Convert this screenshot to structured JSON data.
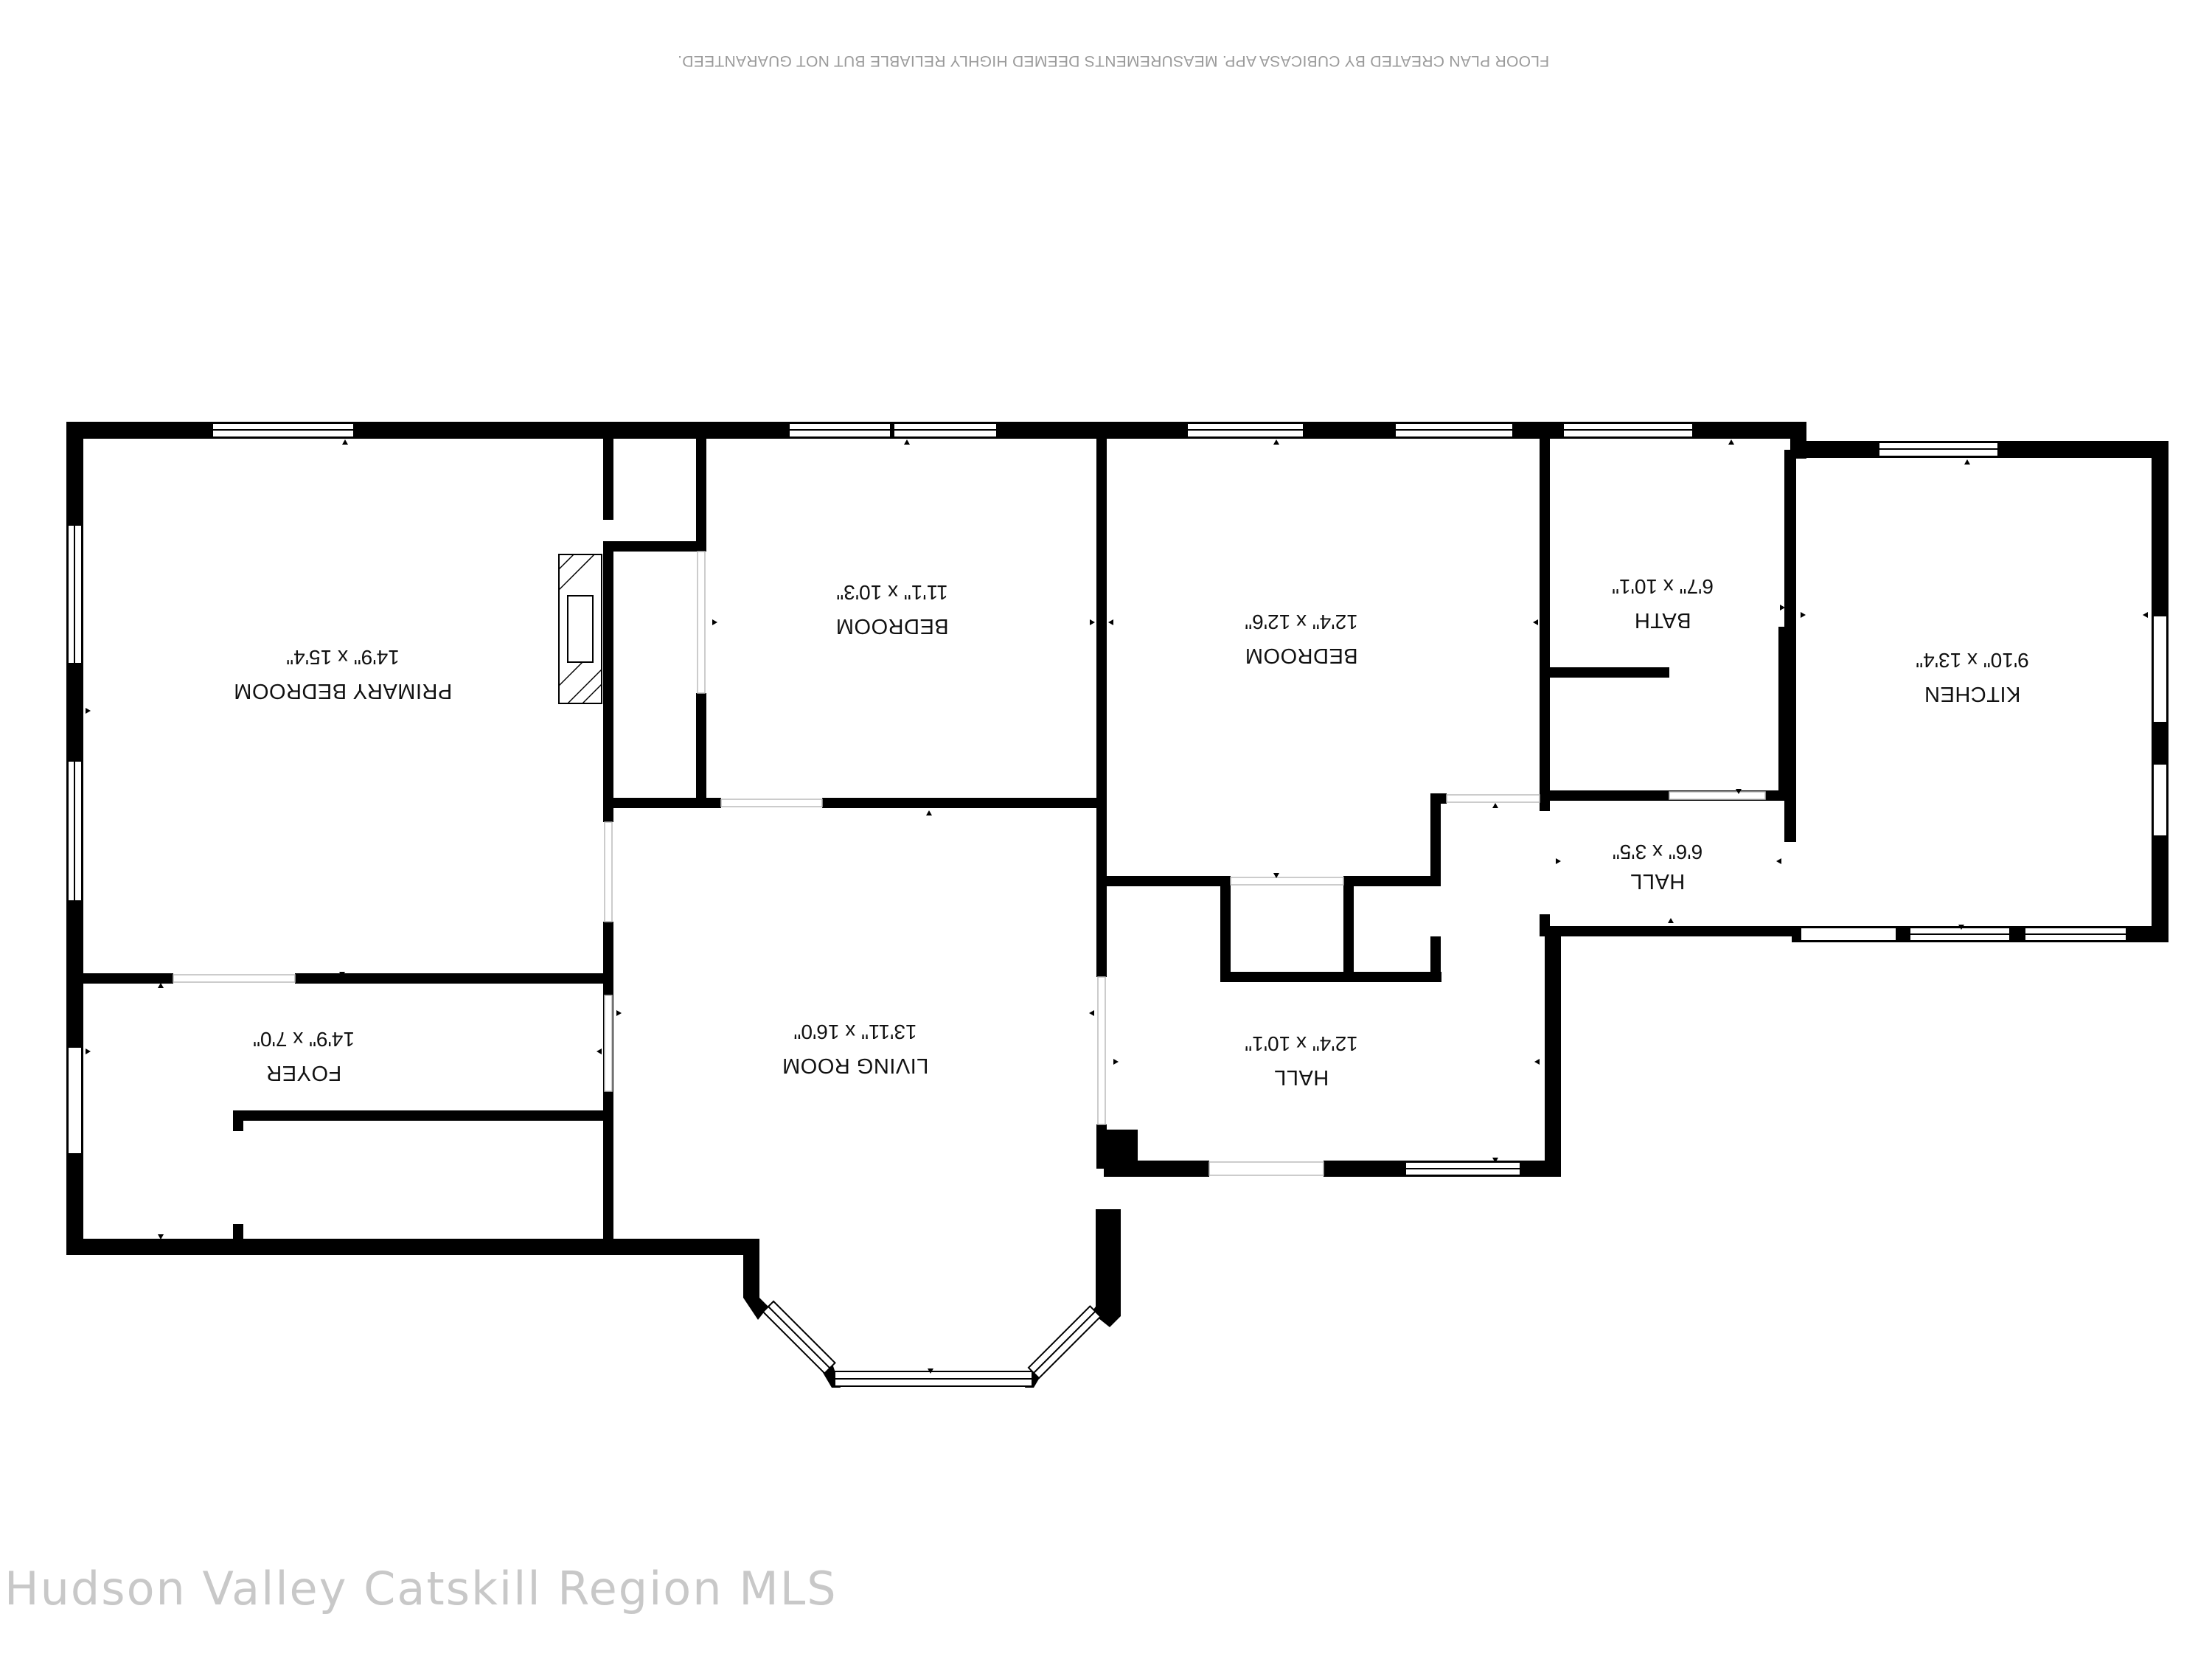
{
  "disclaimer": "FLOOR PLAN CREATED BY CUBICASA APP. MEASUREMENTS DEEMED HIGHLY RELIABLE BUT NOT GUARANTEED.",
  "watermark": "Hudson Valley Catskill Region MLS",
  "rooms": {
    "primary_bedroom": {
      "name": "PRIMARY BEDROOM",
      "dims": "14'9\" x 15'4\""
    },
    "bedroom_1": {
      "name": "BEDROOM",
      "dims": "11'1\" x 10'3\""
    },
    "bedroom_2": {
      "name": "BEDROOM",
      "dims": "12'4\" x 12'6\""
    },
    "bath": {
      "name": "BATH",
      "dims": "6'7\" x 10'1\""
    },
    "kitchen": {
      "name": "KITCHEN",
      "dims": "9'10\" x 13'4\""
    },
    "hall_small": {
      "name": "HALL",
      "dims": "6'6\" x 3'5\""
    },
    "foyer": {
      "name": "FOYER",
      "dims": "14'9\" x 7'0\""
    },
    "living_room": {
      "name": "LIVING ROOM",
      "dims": "13'11\" x 16'0\""
    },
    "hall_large": {
      "name": "HALL",
      "dims": "12'4\" x 10'1\""
    }
  }
}
